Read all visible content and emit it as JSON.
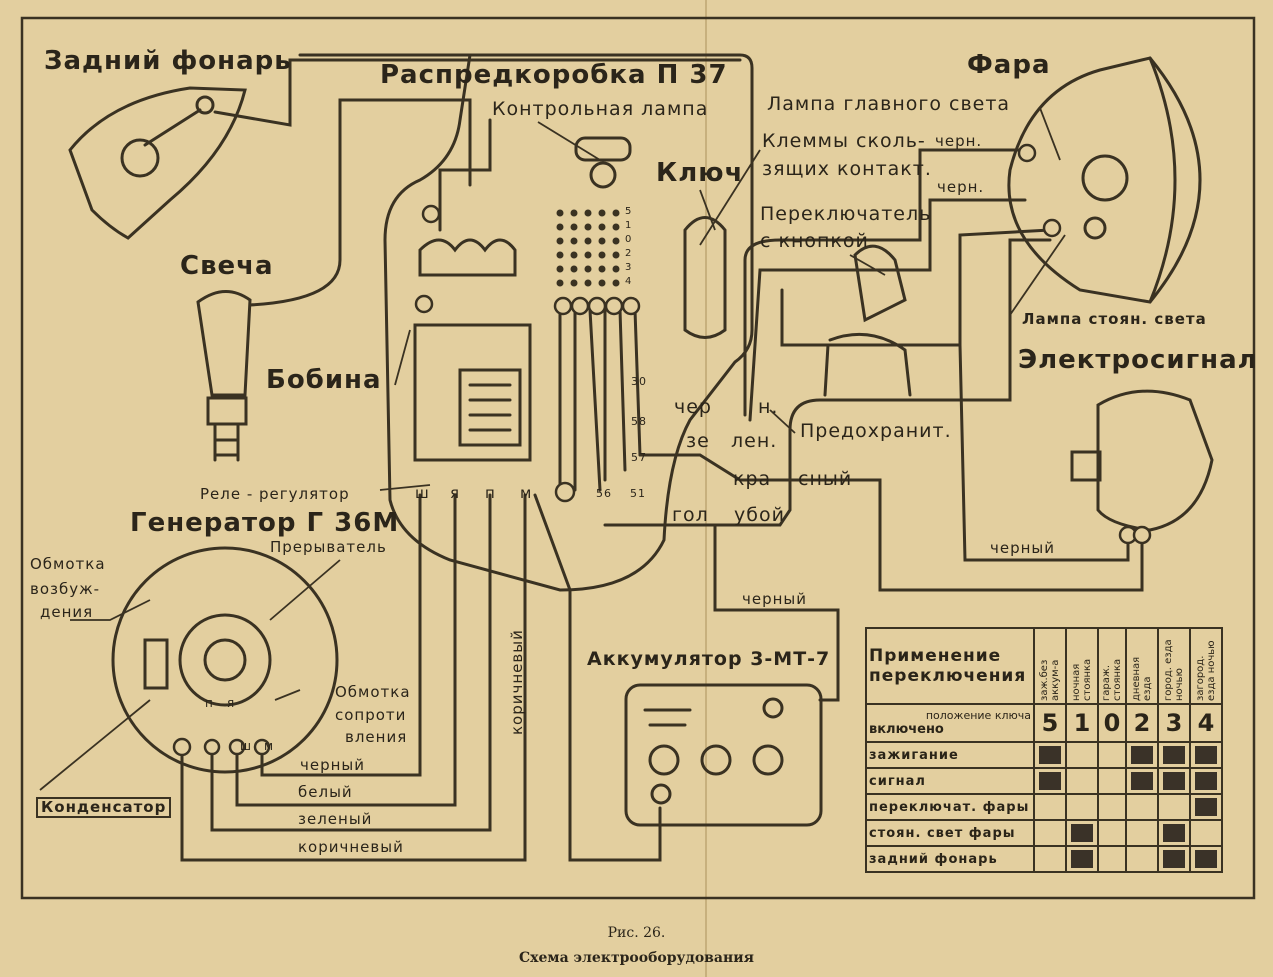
{
  "labels": {
    "rear_light": "Задний фонарь",
    "distribution_box": "Распредкоробка П 37",
    "control_lamp": "Контрольная лампа",
    "headlight": "Фара",
    "main_beam_lamp": "Лампа главного света",
    "slip_contact_terminals_1": "Клеммы сколь-",
    "slip_contact_terminals_2": "зящих контакт.",
    "key": "Ключ",
    "spark_plug": "Свеча",
    "switch_with_button_1": "Переключатель",
    "switch_with_button_2": "с кнопкой",
    "parking_lamp": "Лампа стоян. света",
    "horn": "Электросигнал",
    "coil": "Бобина",
    "fuse": "Предохранит.",
    "relay_regulator": "Реле - регулятор",
    "generator": "Генератор Г 36М",
    "breaker": "Прерыватель",
    "field_winding_1": "Обмотка",
    "field_winding_2": "возбуж-",
    "field_winding_3": "дения",
    "resistance_winding_1": "Обмотка",
    "resistance_winding_2": "сопроти",
    "resistance_winding_3": "вления",
    "capacitor": "Конденсатор",
    "battery": "Аккумулятор 3-МТ-7"
  },
  "wires": {
    "black_1": "черн.",
    "black_2": "черн.",
    "black_split_a": "чер",
    "black_split_b": "н.",
    "green_split_a": "зе",
    "green_split_b": "лен.",
    "red_split_a": "кра",
    "red_split_b": "сный",
    "blue_split_a": "гол",
    "blue_split_b": "убой",
    "black_horn": "черный",
    "black_battery": "черный",
    "gen_black": "черный",
    "gen_white": "белый",
    "gen_green": "зеленый",
    "gen_brown": "коричневый",
    "brown_vertical": "коричневый"
  },
  "terminals": {
    "gen": [
      "ш",
      "я",
      "п",
      "м"
    ],
    "box_30": "30",
    "box_58": "58",
    "box_57": "57",
    "box_56": "56",
    "box_51": "51",
    "key_rows": [
      "5",
      "1",
      "0",
      "2",
      "3",
      "4"
    ],
    "gen_p": "п",
    "gen_ya": "я",
    "gen_sh": "ш",
    "gen_m": "м"
  },
  "table": {
    "title_1": "Применение",
    "title_2": "переключения",
    "col_headers": [
      "заж.без аккум-а",
      "ночная стоянка",
      "гараж. стоянка",
      "дневная езда",
      "город. ездa ночью",
      "загород. ездa ночью"
    ],
    "key_position_label": "положение ключа",
    "included_label": "включено",
    "key_positions": [
      "5",
      "1",
      "0",
      "2",
      "3",
      "4"
    ],
    "rows": [
      {
        "label": "зажигание",
        "on": [
          1,
          0,
          0,
          1,
          1,
          1
        ]
      },
      {
        "label": "сигнал",
        "on": [
          1,
          0,
          0,
          1,
          1,
          1
        ]
      },
      {
        "label": "переключат. фары",
        "on": [
          0,
          0,
          0,
          0,
          0,
          1
        ]
      },
      {
        "label": "стоян. свет фары",
        "on": [
          0,
          1,
          0,
          0,
          1,
          0
        ]
      },
      {
        "label": "задний фонарь",
        "on": [
          0,
          1,
          0,
          0,
          1,
          1
        ]
      }
    ]
  },
  "caption": {
    "fig": "Рис. 26.",
    "title": "Схема электрооборудования"
  }
}
